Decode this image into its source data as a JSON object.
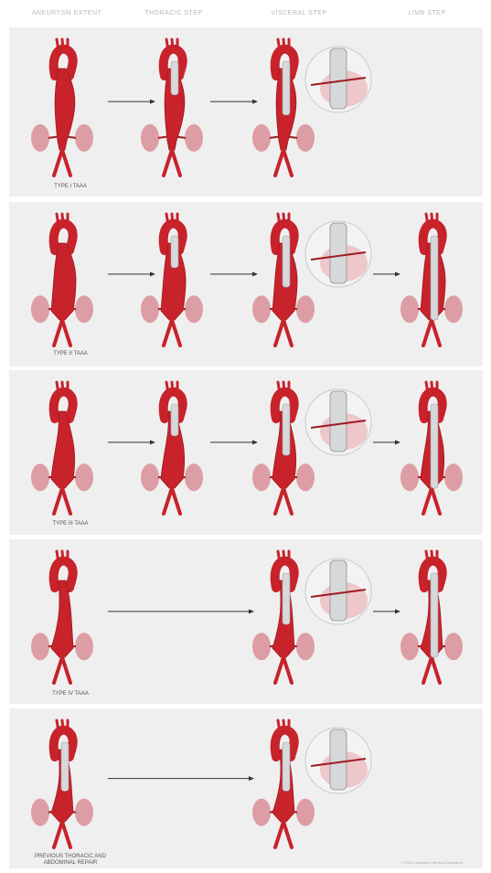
{
  "column_headers": {
    "aneurysm_extent": "ANEURYSM EXTENT",
    "thoracic_step": "THORACIC STEP",
    "visceral_step": "VISCERAL STEP",
    "limb_step": "LIMB STEP"
  },
  "panels": [
    {
      "label": "TYPE I TAAA",
      "extent": "type1",
      "thoracic": true,
      "visceral": true,
      "limb": false,
      "long_arrow": false
    },
    {
      "label": "TYPE II TAAA",
      "extent": "type2",
      "thoracic": true,
      "visceral": true,
      "limb": true,
      "long_arrow": false
    },
    {
      "label": "TYPE III TAAA",
      "extent": "type3",
      "thoracic": true,
      "visceral": true,
      "limb": true,
      "long_arrow": false
    },
    {
      "label": "TYPE IV TAAA",
      "extent": "type4",
      "thoracic": false,
      "visceral": true,
      "limb": true,
      "long_arrow": true
    },
    {
      "label": "PREVIOUS THORACIC AND ABDOMINAL REPAIR",
      "extent": "previous",
      "thoracic": false,
      "visceral": true,
      "limb": false,
      "long_arrow": true
    }
  ],
  "copyright": "© 2013 Levenstein Medical Illustration",
  "colors": {
    "aorta": "#c8222b",
    "aorta_dark": "#9e1a21",
    "graft": "#d6d8da",
    "kidney": "#d98e97",
    "panel_bg": "#efefef",
    "arrow": "#333333"
  }
}
